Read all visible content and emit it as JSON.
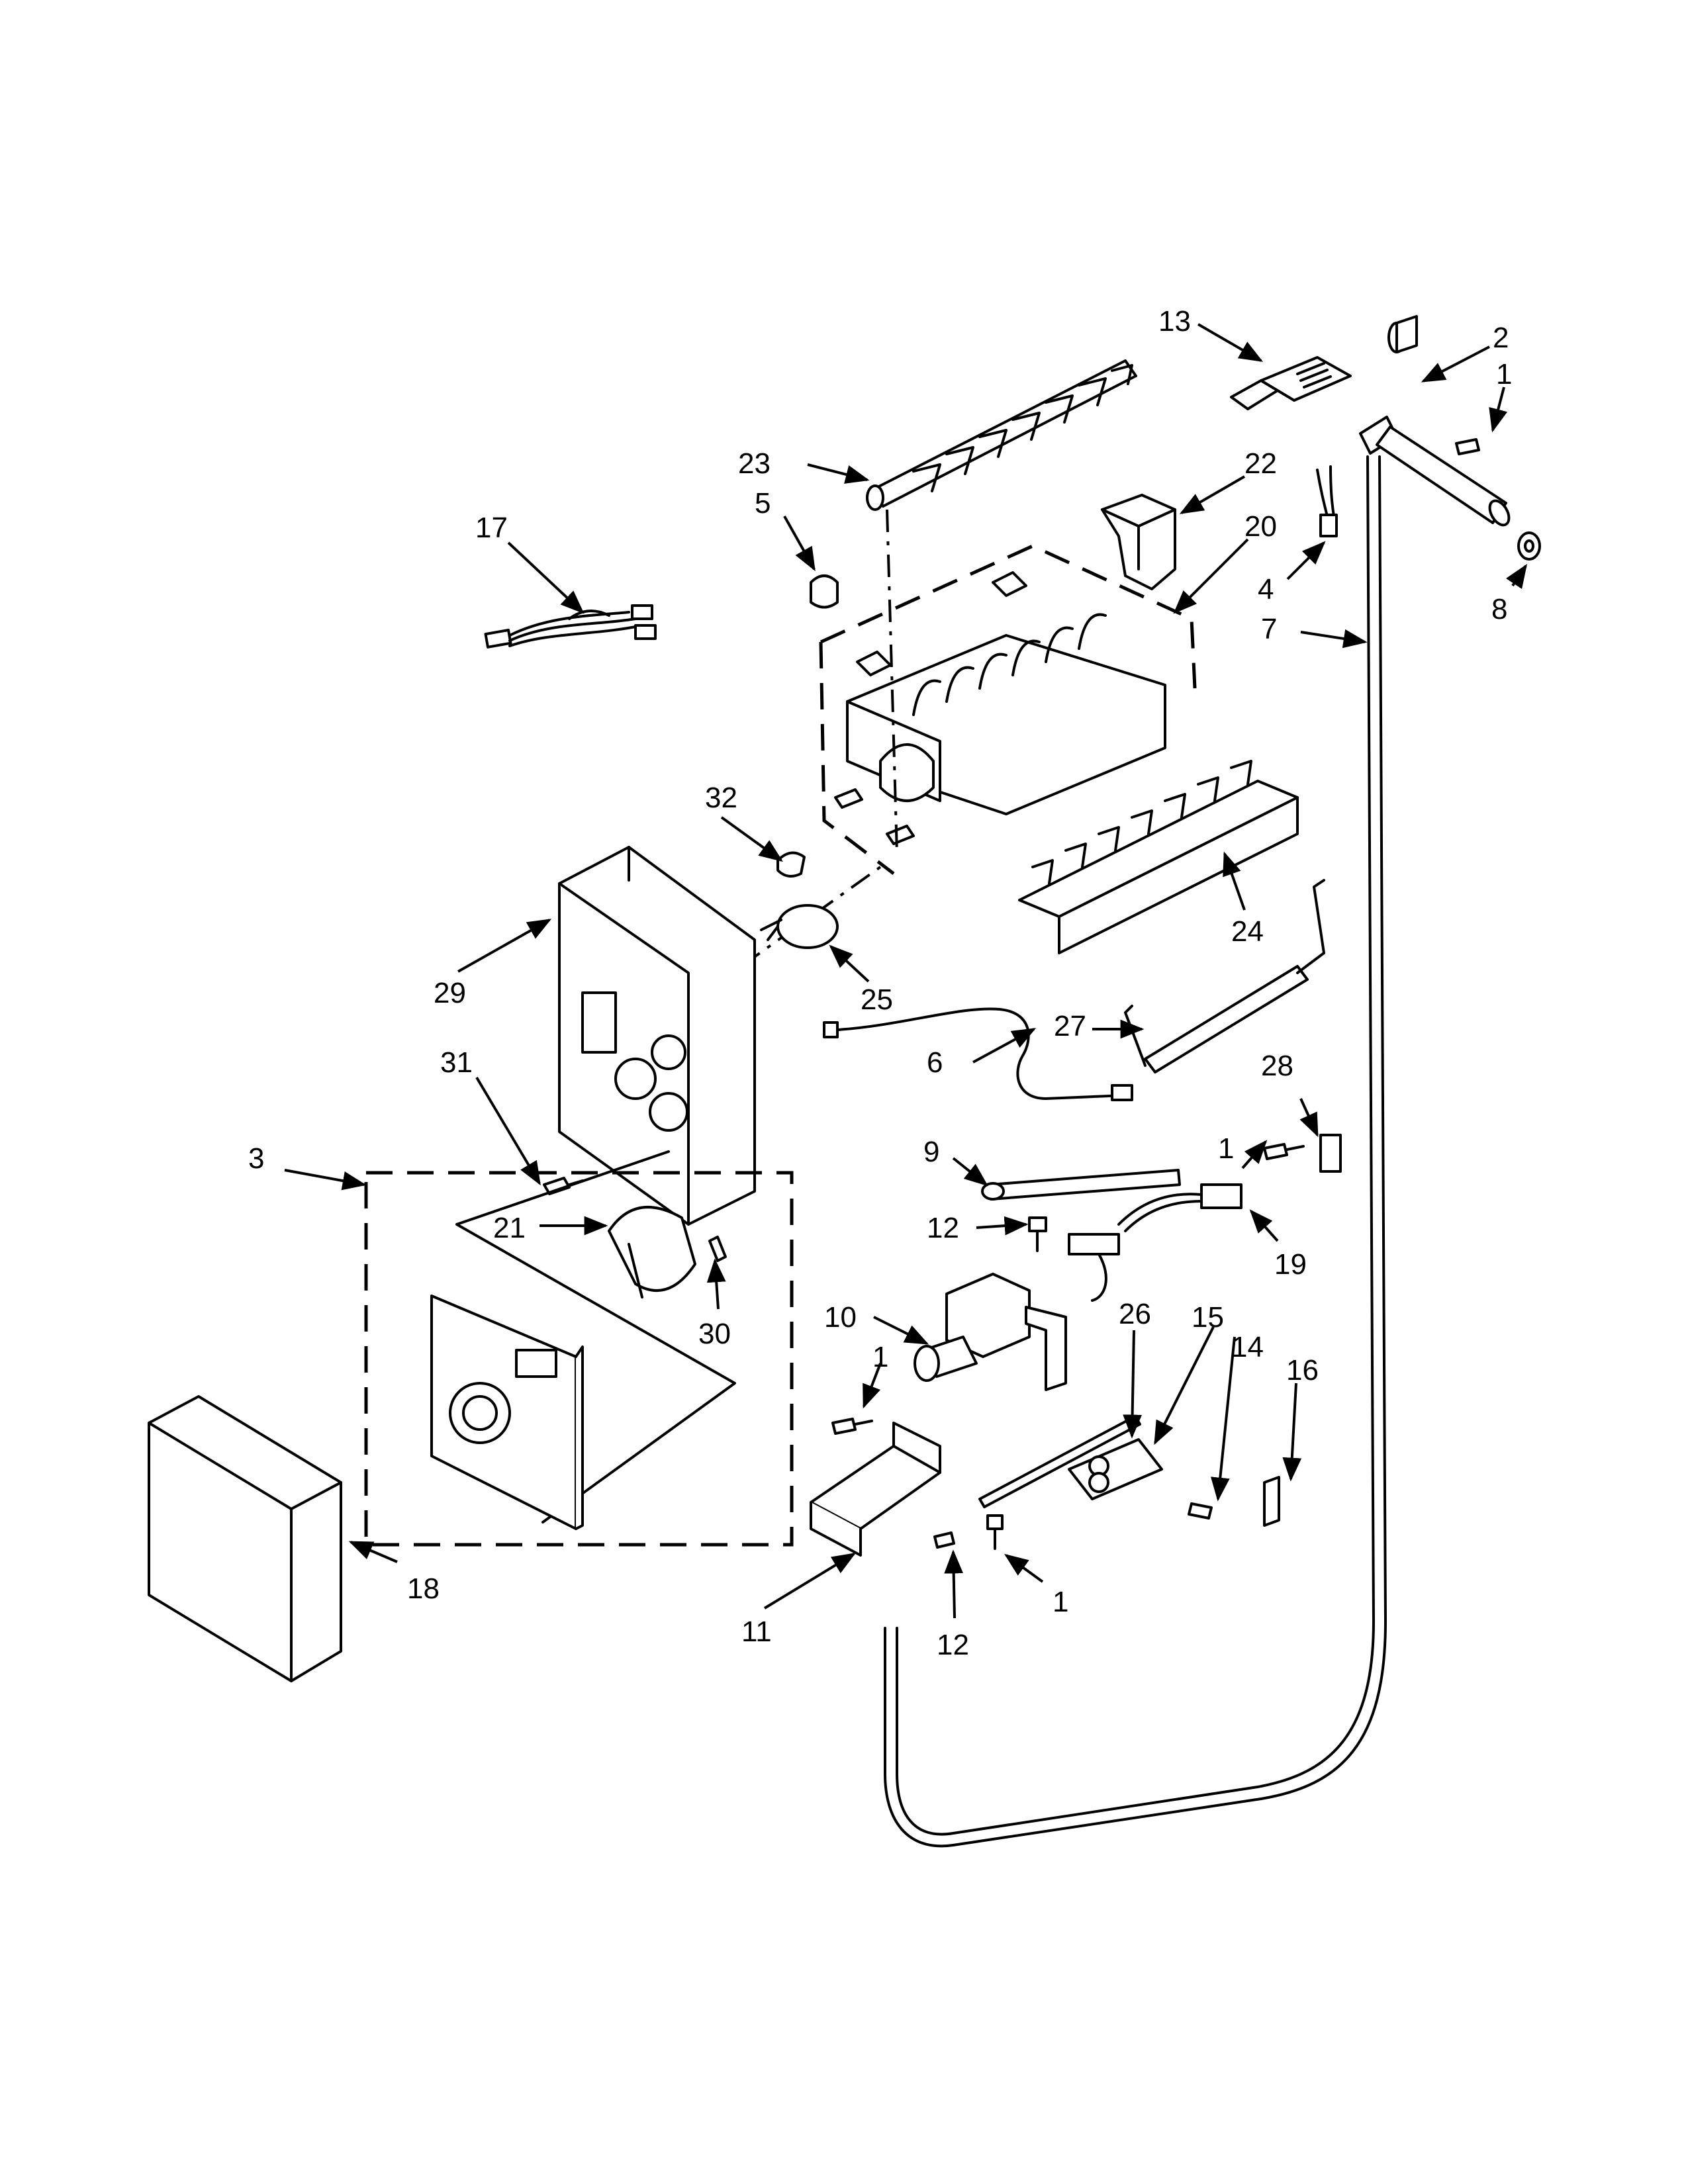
{
  "callouts": {
    "c1a": "1",
    "c1b": "1",
    "c1c": "1",
    "c1d": "1",
    "c2": "2",
    "c3": "3",
    "c4": "4",
    "c5": "5",
    "c6": "6",
    "c7": "7",
    "c8": "8",
    "c9": "9",
    "c10": "10",
    "c11": "11",
    "c12a": "12",
    "c12b": "12",
    "c13": "13",
    "c14": "14",
    "c15": "15",
    "c16": "16",
    "c17": "17",
    "c18": "18",
    "c19": "19",
    "c20": "20",
    "c21": "21",
    "c22": "22",
    "c23": "23",
    "c24": "24",
    "c25": "25",
    "c26": "26",
    "c27": "27",
    "c28": "28",
    "c29": "29",
    "c30": "30",
    "c31": "31",
    "c32": "32"
  },
  "colors": {
    "ink": "#000000",
    "paper": "#ffffff"
  }
}
